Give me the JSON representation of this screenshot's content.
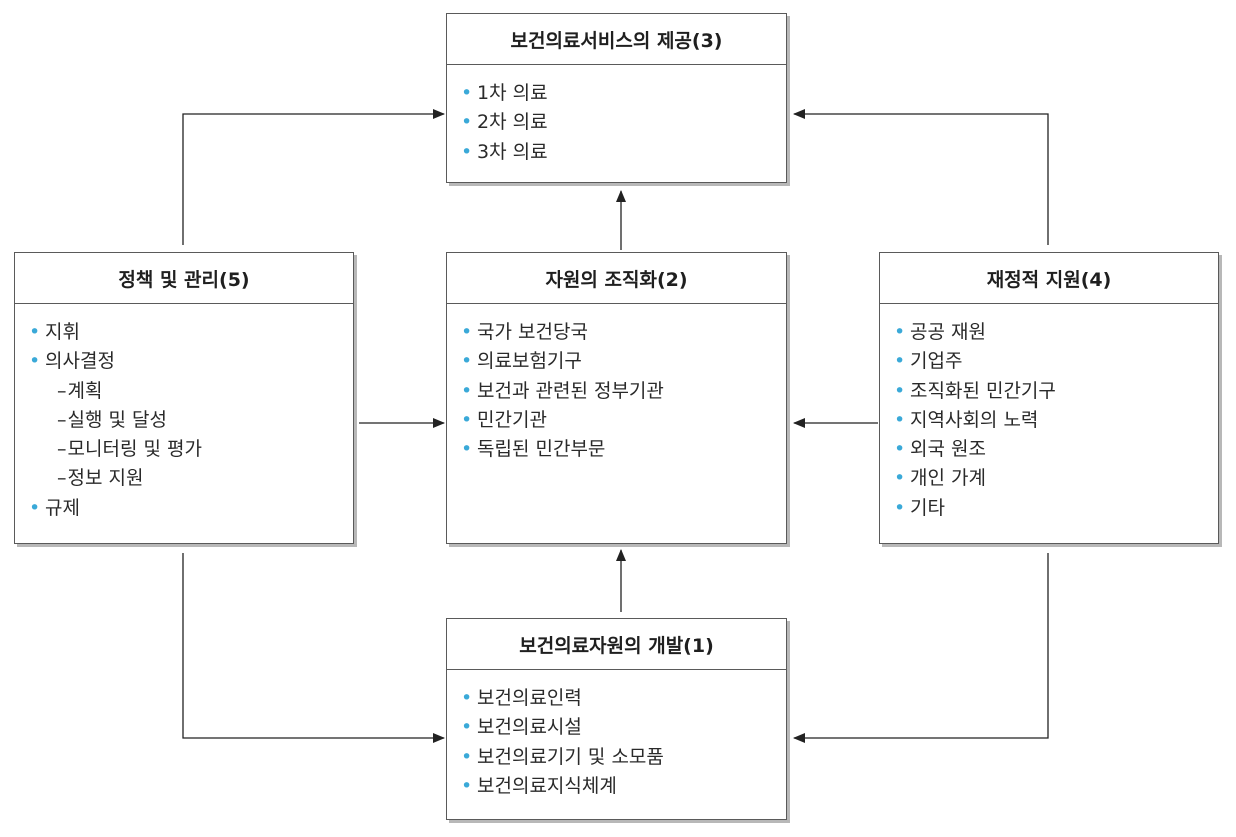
{
  "diagram": {
    "nodes": [
      {
        "id": "provision",
        "title": "보건의료서비스의 제공(3)",
        "style": "blue",
        "items": [
          {
            "text": "1차 의료",
            "level": 1
          },
          {
            "text": "2차 의료",
            "level": 1
          },
          {
            "text": "3차 의료",
            "level": 1
          }
        ]
      },
      {
        "id": "policy",
        "title": "정책 및 관리(5)",
        "style": "gray",
        "items": [
          {
            "text": "지휘",
            "level": 1
          },
          {
            "text": "의사결정",
            "level": 1
          },
          {
            "text": "계획",
            "level": 2
          },
          {
            "text": "실행 및 달성",
            "level": 2
          },
          {
            "text": "모니터링 및 평가",
            "level": 2
          },
          {
            "text": "정보 지원",
            "level": 2
          },
          {
            "text": "규제",
            "level": 1
          }
        ]
      },
      {
        "id": "organization",
        "title": "자원의 조직화(2)",
        "style": "blue",
        "items": [
          {
            "text": "국가 보건당국",
            "level": 1
          },
          {
            "text": "의료보험기구",
            "level": 1
          },
          {
            "text": "보건과 관련된 정부기관",
            "level": 1
          },
          {
            "text": "민간기관",
            "level": 1
          },
          {
            "text": "독립된 민간부문",
            "level": 1
          }
        ]
      },
      {
        "id": "finance",
        "title": "재정적 지원(4)",
        "style": "gray",
        "items": [
          {
            "text": "공공 재원",
            "level": 1
          },
          {
            "text": "기업주",
            "level": 1
          },
          {
            "text": "조직화된 민간기구",
            "level": 1
          },
          {
            "text": "지역사회의 노력",
            "level": 1
          },
          {
            "text": "외국 원조",
            "level": 1
          },
          {
            "text": "개인 가계",
            "level": 1
          },
          {
            "text": "기타",
            "level": 1
          }
        ]
      },
      {
        "id": "development",
        "title": "보건의료자원의 개발(1)",
        "style": "blue",
        "items": [
          {
            "text": "보건의료인력",
            "level": 1
          },
          {
            "text": "보건의료시설",
            "level": 1
          },
          {
            "text": "보건의료기기 및 소모품",
            "level": 1
          },
          {
            "text": "보건의료지식체계",
            "level": 1
          }
        ]
      }
    ],
    "edges": [
      {
        "from": "development",
        "to": "organization"
      },
      {
        "from": "organization",
        "to": "provision"
      },
      {
        "from": "policy",
        "to": "provision"
      },
      {
        "from": "finance",
        "to": "provision"
      },
      {
        "from": "policy",
        "to": "organization"
      },
      {
        "from": "finance",
        "to": "organization"
      },
      {
        "from": "policy",
        "to": "development"
      },
      {
        "from": "finance",
        "to": "development"
      }
    ],
    "colors": {
      "blue_header": "#cde9f6",
      "gray_header": "#e6e6e6",
      "bullet": "#3aa9d8",
      "line": "#222222"
    }
  }
}
